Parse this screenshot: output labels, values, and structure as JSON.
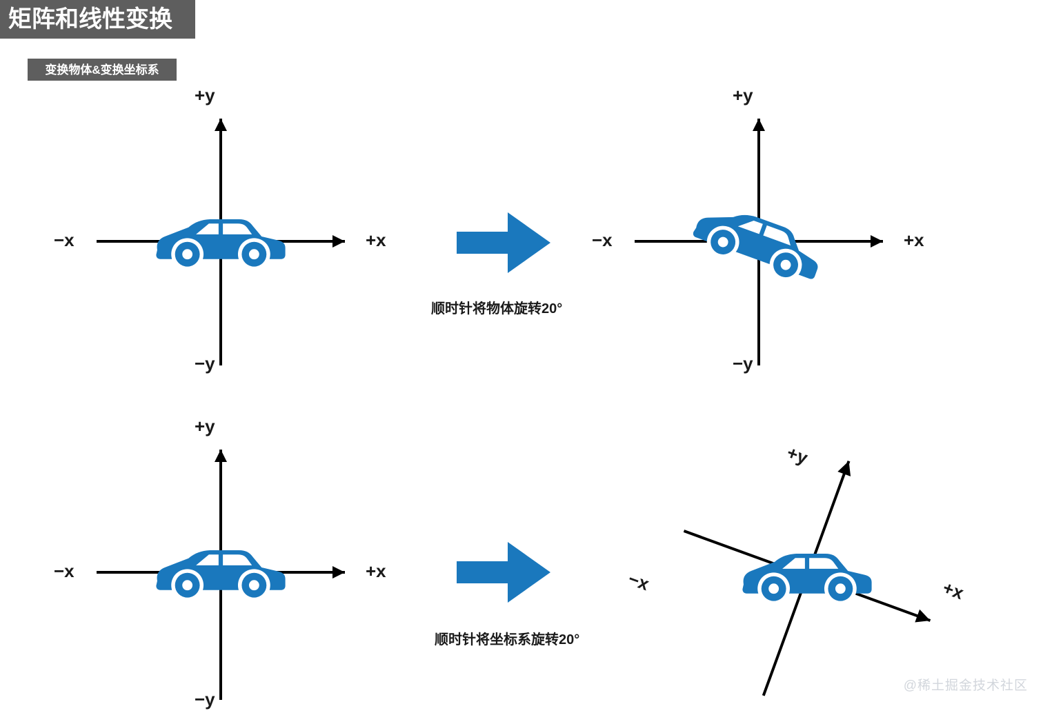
{
  "header": {
    "title": "矩阵和线性变换",
    "subtitle": "变换物体&变换坐标系",
    "title_bg": "#5e5e5e",
    "title_fg": "#ffffff"
  },
  "colors": {
    "car_blue": "#1a78bd",
    "arrow_blue": "#1a78bd",
    "axis_black": "#000000",
    "background": "#ffffff",
    "watermark_gray": "#d2d6dc"
  },
  "rows": [
    {
      "id": "row-rotate-object",
      "caption": "顺时针将物体旋转20°",
      "rotation_degrees": 20,
      "rotation_direction": "clockwise",
      "rotates": "object",
      "before": {
        "axis_labels": {
          "pos_y": "+y",
          "neg_y": "−y",
          "pos_x": "+x",
          "neg_x": "−x"
        },
        "axes_rotation_degrees": 0,
        "car_rotation_degrees": 0
      },
      "after": {
        "axis_labels": {
          "pos_y": "+y",
          "neg_y": "−y",
          "pos_x": "+x",
          "neg_x": "−x"
        },
        "axes_rotation_degrees": 0,
        "car_rotation_degrees": 20
      }
    },
    {
      "id": "row-rotate-frame",
      "caption": "顺时针将坐标系旋转20°",
      "rotation_degrees": 20,
      "rotation_direction": "clockwise",
      "rotates": "coordinate-frame",
      "before": {
        "axis_labels": {
          "pos_y": "+y",
          "neg_y": "−y",
          "pos_x": "+x",
          "neg_x": "−x"
        },
        "axes_rotation_degrees": 0,
        "car_rotation_degrees": 0
      },
      "after": {
        "axis_labels": {
          "pos_y": "+y",
          "neg_x": "−x",
          "pos_x": "+x"
        },
        "axes_rotation_degrees": 20,
        "car_rotation_degrees": 0
      }
    }
  ],
  "arrow": {
    "name": "right-arrow",
    "direction": "right"
  },
  "watermark": "@稀土掘金技术社区"
}
